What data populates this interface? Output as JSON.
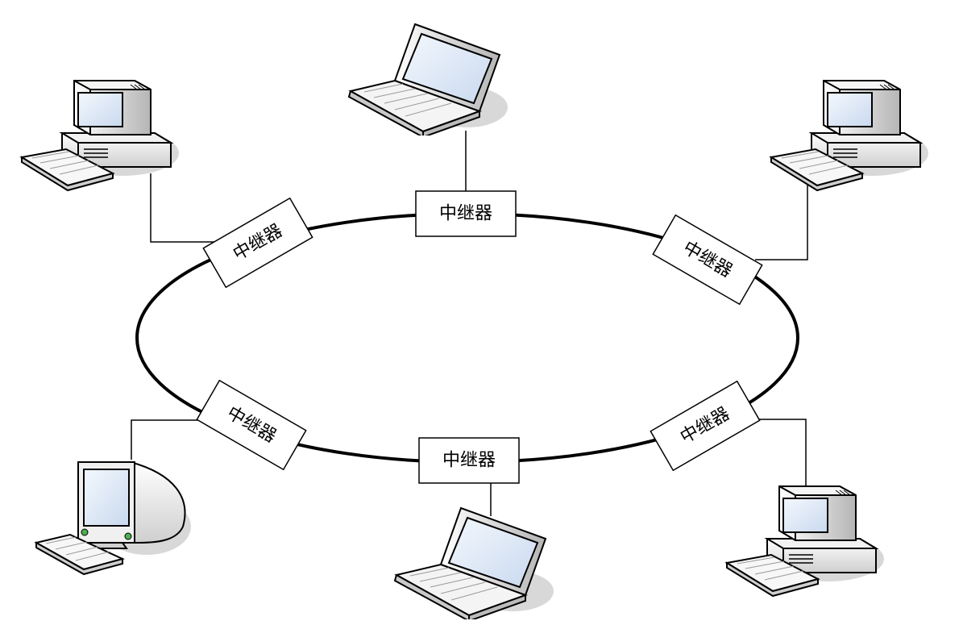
{
  "diagram": {
    "ring": {
      "label": ""
    },
    "repeaters": [
      {
        "id": "top",
        "label": "中继器"
      },
      {
        "id": "top-left",
        "label": "中继器"
      },
      {
        "id": "top-right",
        "label": "中继器"
      },
      {
        "id": "bottom-left",
        "label": "中继器"
      },
      {
        "id": "bottom",
        "label": "中继器"
      },
      {
        "id": "bottom-right",
        "label": "中继器"
      }
    ],
    "devices": [
      {
        "id": "top-laptop",
        "icon": "laptop-icon"
      },
      {
        "id": "top-left-desktop",
        "icon": "desktop-computer-icon"
      },
      {
        "id": "top-right-desktop",
        "icon": "desktop-computer-icon"
      },
      {
        "id": "bottom-left-imac",
        "icon": "all-in-one-computer-icon"
      },
      {
        "id": "bottom-laptop",
        "icon": "laptop-icon"
      },
      {
        "id": "bottom-right-desktop",
        "icon": "desktop-computer-icon"
      }
    ],
    "colors": {
      "line": "#000000",
      "box_fill": "#ffffff",
      "device_body": "#e8e8e8",
      "screen": "#dfe9f7",
      "shadow": "#d8d8d8"
    }
  }
}
